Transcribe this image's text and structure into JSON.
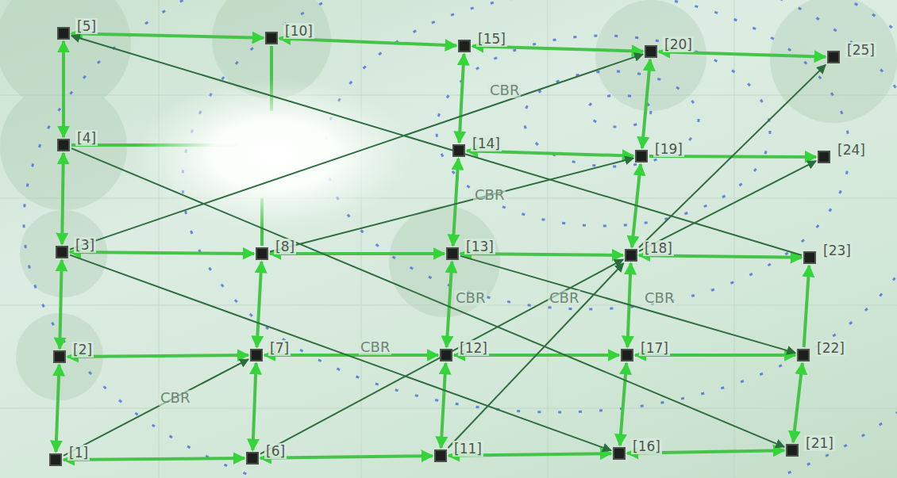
{
  "diagram": {
    "nodes": [
      {
        "text": [
          "[5]"
        ]
      },
      {
        "text": [
          "[10]"
        ]
      },
      {
        "text": [
          "[15]"
        ]
      },
      {
        "text": [
          "[20]"
        ]
      },
      {
        "text": [
          "[25]"
        ]
      },
      {
        "text": [
          "[4]"
        ]
      },
      {
        "text": [
          "[14]"
        ]
      },
      {
        "text": [
          "[19]"
        ]
      },
      {
        "text": [
          "[24]"
        ]
      },
      {
        "text": [
          "[3]"
        ]
      },
      {
        "text": [
          "[8]"
        ]
      },
      {
        "text": [
          "[13]"
        ]
      },
      {
        "text": [
          "[18]"
        ]
      },
      {
        "text": [
          "[23]"
        ]
      },
      {
        "text": [
          "[2]"
        ]
      },
      {
        "text": [
          "[7]"
        ]
      },
      {
        "text": [
          "[12]"
        ]
      },
      {
        "text": [
          "[17]"
        ]
      },
      {
        "text": [
          "[22]"
        ]
      },
      {
        "text": [
          "[1]"
        ]
      },
      {
        "text": [
          "[6]"
        ]
      },
      {
        "text": [
          "[11]"
        ]
      },
      {
        "text": [
          "[16]"
        ]
      },
      {
        "text": [
          "[21]"
        ]
      }
    ],
    "edges": [
      {
        "from": 0,
        "to": 1,
        "arrow": "both"
      },
      {
        "from": 1,
        "to": 2,
        "arrow": "both"
      },
      {
        "from": 2,
        "to": 3,
        "arrow": "both"
      },
      {
        "from": 3,
        "to": 4,
        "arrow": "both"
      },
      {
        "from": 6,
        "to": 7,
        "arrow": "both"
      },
      {
        "from": 7,
        "to": 8,
        "arrow": "to"
      },
      {
        "from": 9,
        "to": 10,
        "arrow": "both"
      },
      {
        "from": 10,
        "to": 11,
        "arrow": "both"
      },
      {
        "from": 11,
        "to": 12,
        "arrow": "both"
      },
      {
        "from": 12,
        "to": 13,
        "arrow": "both"
      },
      {
        "from": 14,
        "to": 15,
        "arrow": "both"
      },
      {
        "from": 15,
        "to": 16,
        "arrow": "both"
      },
      {
        "from": 16,
        "to": 17,
        "arrow": "both"
      },
      {
        "from": 17,
        "to": 18,
        "arrow": "both"
      },
      {
        "from": 19,
        "to": 20,
        "arrow": "both"
      },
      {
        "from": 20,
        "to": 21,
        "arrow": "both"
      },
      {
        "from": 21,
        "to": 22,
        "arrow": "both"
      },
      {
        "from": 22,
        "to": 23,
        "arrow": "both"
      },
      {
        "from": 19,
        "to": 14,
        "arrow": "both"
      },
      {
        "from": 14,
        "to": 9,
        "arrow": "both"
      },
      {
        "from": 9,
        "to": 5,
        "arrow": "both"
      },
      {
        "from": 5,
        "to": 0,
        "arrow": "both"
      },
      {
        "from": 20,
        "to": 15,
        "arrow": "both"
      },
      {
        "from": 15,
        "to": 10,
        "arrow": "both"
      },
      {
        "from": 21,
        "to": 16,
        "arrow": "both"
      },
      {
        "from": 16,
        "to": 11,
        "arrow": "both"
      },
      {
        "from": 11,
        "to": 6,
        "arrow": "both"
      },
      {
        "from": 6,
        "to": 2,
        "arrow": "both"
      },
      {
        "from": 22,
        "to": 17,
        "arrow": "both"
      },
      {
        "from": 17,
        "to": 12,
        "arrow": "both"
      },
      {
        "from": 12,
        "to": 7,
        "arrow": "both"
      },
      {
        "from": 7,
        "to": 3,
        "arrow": "both"
      },
      {
        "from": 23,
        "to": 18,
        "arrow": "both"
      },
      {
        "from": 18,
        "to": 13,
        "arrow": "to"
      },
      {
        "from": 13,
        "to": 0,
        "arrow": "to"
      },
      {
        "from": 5,
        "to": 23,
        "arrow": "to"
      },
      {
        "from": 9,
        "to": 22,
        "arrow": "to"
      },
      {
        "from": 11,
        "to": 18,
        "arrow": "to"
      },
      {
        "from": 19,
        "to": 15,
        "arrow": "to"
      },
      {
        "from": 20,
        "to": 12,
        "arrow": "to"
      },
      {
        "from": 21,
        "to": 12,
        "arrow": "to"
      },
      {
        "from": 12,
        "to": 4,
        "arrow": "to"
      },
      {
        "from": 12,
        "to": 8,
        "arrow": "to"
      },
      {
        "from": 10,
        "to": 7,
        "arrow": "to"
      },
      {
        "from": 9,
        "to": 3,
        "arrow": "to"
      }
    ],
    "labels": [
      "CBR",
      "CBR",
      "CBR",
      "CBR",
      "CBR",
      "CBR",
      "CBR"
    ]
  }
}
